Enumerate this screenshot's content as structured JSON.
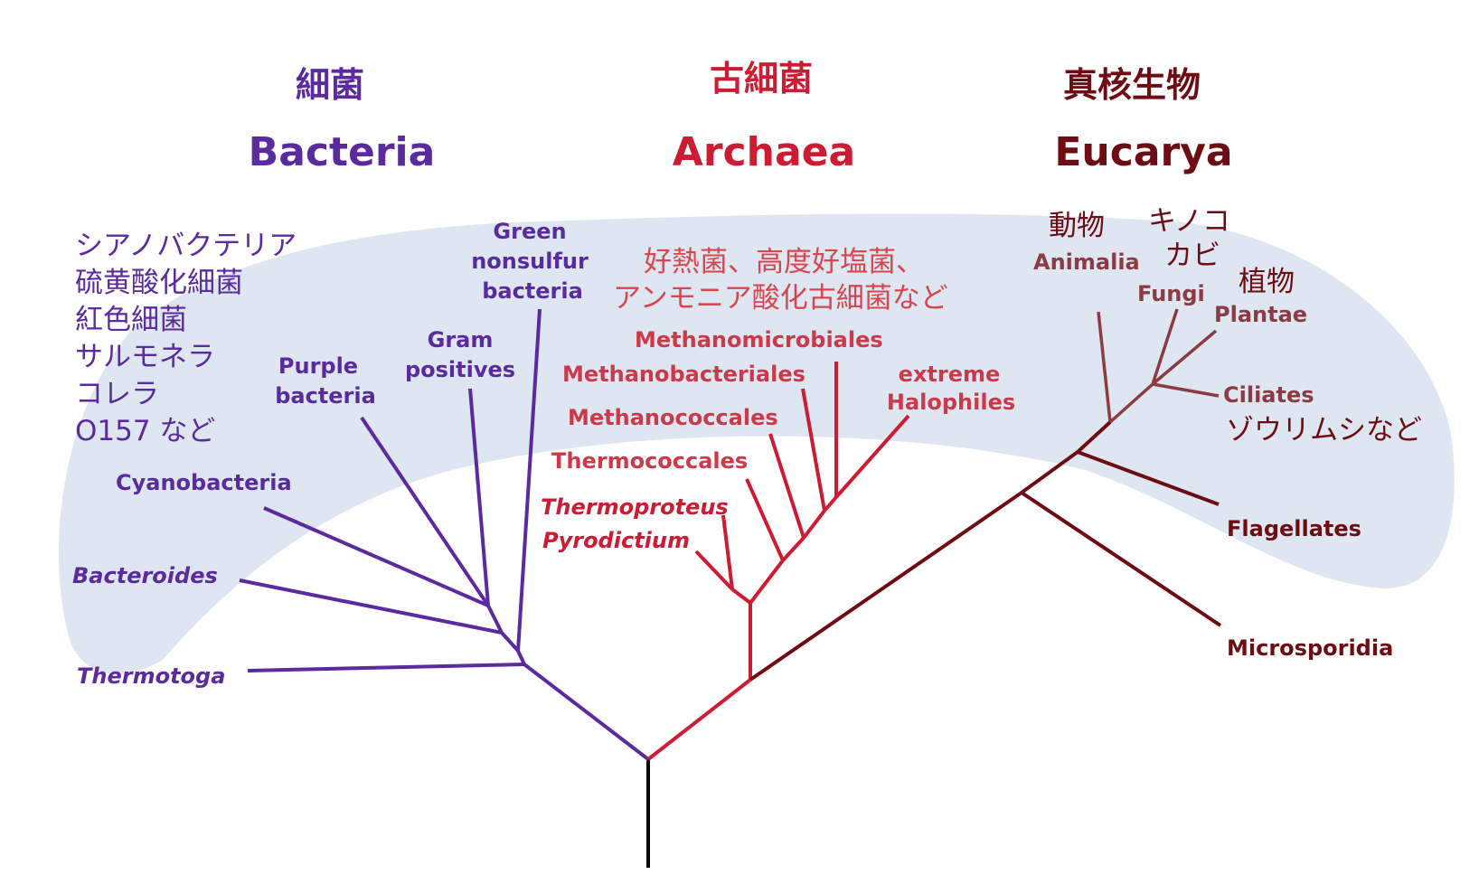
{
  "colors": {
    "bacteria": "#5b2a9e",
    "archaea": "#cc1b33",
    "eucarya": "#6e0c14",
    "root": "#000000",
    "cloud": "#dde6f1"
  },
  "domains": {
    "bacteria": {
      "jp": "細菌",
      "en": "Bacteria"
    },
    "archaea": {
      "jp": "古細菌",
      "en": "Archaea"
    },
    "eucarya": {
      "jp": "真核生物",
      "en": "Eucarya"
    }
  },
  "bacteria": {
    "note": [
      "シアノバクテリア",
      "硫黄酸化細菌",
      "紅色細菌",
      "サルモネラ",
      "コレラ",
      "O157 など"
    ],
    "green": [
      "Green",
      "nonsulfur",
      "bacteria"
    ],
    "gram": [
      "Gram",
      "positives"
    ],
    "purple": [
      "Purple",
      "bacteria"
    ],
    "cyanobacteria": "Cyanobacteria",
    "bacteroides": "Bacteroides",
    "thermotoga": "Thermotoga"
  },
  "archaea": {
    "note": [
      "好熱菌、高度好塩菌、",
      "アンモニア酸化古細菌など"
    ],
    "methanomicrobiales": "Methanomicrobiales",
    "methanobacteriales": "Methanobacteriales",
    "methanococcales": "Methanococcales",
    "thermococcales": "Thermococcales",
    "thermoproteus": "Thermoproteus",
    "pyrodictium": "Pyrodictium",
    "halophiles": [
      "extreme",
      "Halophiles"
    ]
  },
  "eucarya": {
    "animalia_jp": "動物",
    "animalia": "Animalia",
    "fungi_jp": [
      "キノコ",
      "カビ"
    ],
    "fungi": "Fungi",
    "plantae_jp": "植物",
    "plantae": "Plantae",
    "ciliates": "Ciliates",
    "ciliates_jp": "ゾウリムシなど",
    "flagellates": "Flagellates",
    "microsporidia": "Microsporidia"
  }
}
